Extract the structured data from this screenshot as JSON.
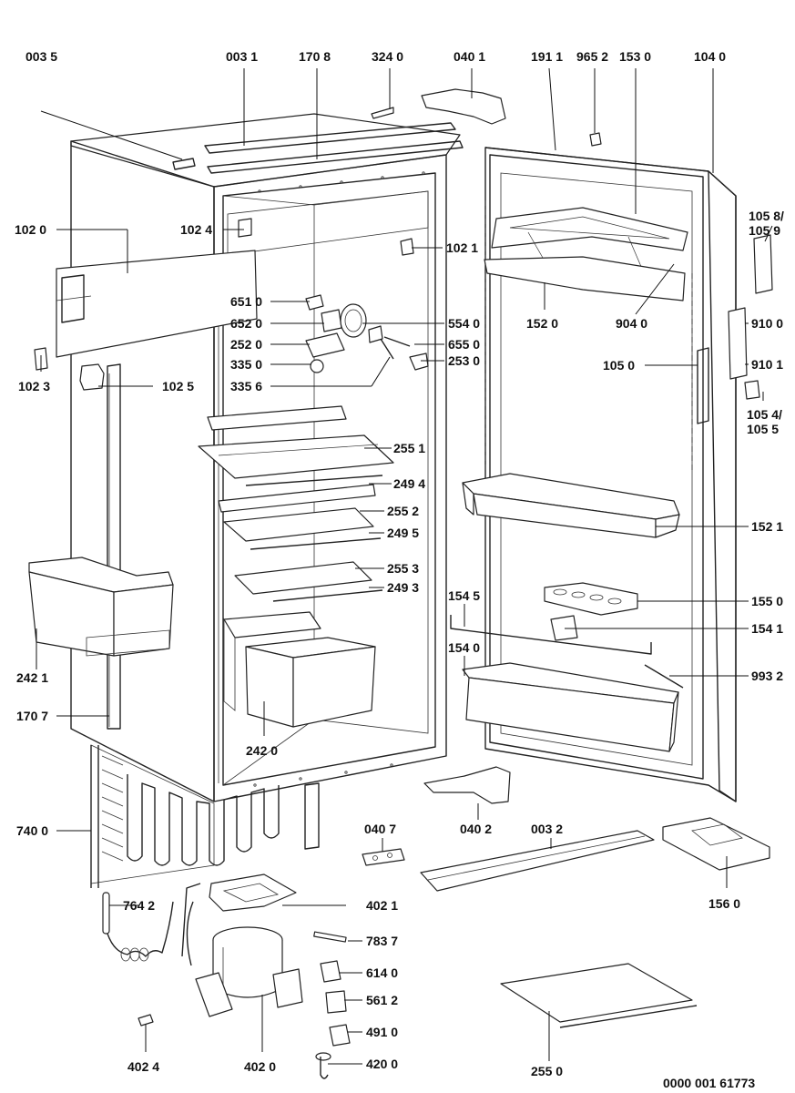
{
  "drawing_id": "0000 001 61773",
  "callouts": [
    {
      "id": "c0035",
      "text": "003 5"
    },
    {
      "id": "c0031",
      "text": "003 1"
    },
    {
      "id": "c1708",
      "text": "170 8"
    },
    {
      "id": "c3240",
      "text": "324 0"
    },
    {
      "id": "c0401",
      "text": "040 1"
    },
    {
      "id": "c1911",
      "text": "191 1"
    },
    {
      "id": "c9652",
      "text": "965 2"
    },
    {
      "id": "c1530",
      "text": "153 0"
    },
    {
      "id": "c1040",
      "text": "104 0"
    },
    {
      "id": "c1020",
      "text": "102 0"
    },
    {
      "id": "c1024",
      "text": "102 4"
    },
    {
      "id": "c1021",
      "text": "102 1"
    },
    {
      "id": "c1058",
      "text": "105 8/"
    },
    {
      "id": "c1059",
      "text": "105 9"
    },
    {
      "id": "c6510",
      "text": "651 0"
    },
    {
      "id": "c6520",
      "text": "652 0"
    },
    {
      "id": "c5540",
      "text": "554 0"
    },
    {
      "id": "c2520",
      "text": "252 0"
    },
    {
      "id": "c6550",
      "text": "655 0"
    },
    {
      "id": "c3350",
      "text": "335 0"
    },
    {
      "id": "c2530",
      "text": "253 0"
    },
    {
      "id": "c3356",
      "text": "335 6"
    },
    {
      "id": "c1520",
      "text": "152 0"
    },
    {
      "id": "c9040",
      "text": "904 0"
    },
    {
      "id": "c9100",
      "text": "910 0"
    },
    {
      "id": "c1023",
      "text": "102 3"
    },
    {
      "id": "c1025",
      "text": "102 5"
    },
    {
      "id": "c1050",
      "text": "105 0"
    },
    {
      "id": "c9101",
      "text": "910 1"
    },
    {
      "id": "c1054",
      "text": "105 4/"
    },
    {
      "id": "c1055",
      "text": "105 5"
    },
    {
      "id": "c2551",
      "text": "255 1"
    },
    {
      "id": "c2494",
      "text": "249 4"
    },
    {
      "id": "c2552",
      "text": "255 2"
    },
    {
      "id": "c2495",
      "text": "249 5"
    },
    {
      "id": "c1521",
      "text": "152 1"
    },
    {
      "id": "c2553",
      "text": "255 3"
    },
    {
      "id": "c2493",
      "text": "249 3"
    },
    {
      "id": "c1545",
      "text": "154 5"
    },
    {
      "id": "c1550",
      "text": "155 0"
    },
    {
      "id": "c1541",
      "text": "154 1"
    },
    {
      "id": "c1540",
      "text": "154 0"
    },
    {
      "id": "c2421",
      "text": "242 1"
    },
    {
      "id": "c9932",
      "text": "993 2"
    },
    {
      "id": "c1707",
      "text": "170 7"
    },
    {
      "id": "c2420",
      "text": "242 0"
    },
    {
      "id": "c7400",
      "text": "740 0"
    },
    {
      "id": "c0407",
      "text": "040 7"
    },
    {
      "id": "c0402",
      "text": "040 2"
    },
    {
      "id": "c0032",
      "text": "003 2"
    },
    {
      "id": "c1560",
      "text": "156 0"
    },
    {
      "id": "c7642",
      "text": "764 2"
    },
    {
      "id": "c4021",
      "text": "402 1"
    },
    {
      "id": "c7837",
      "text": "783 7"
    },
    {
      "id": "c6140",
      "text": "614 0"
    },
    {
      "id": "c5612",
      "text": "561 2"
    },
    {
      "id": "c4910",
      "text": "491 0"
    },
    {
      "id": "c4024",
      "text": "402 4"
    },
    {
      "id": "c4020",
      "text": "402 0"
    },
    {
      "id": "c4200",
      "text": "420 0"
    },
    {
      "id": "c2550",
      "text": "255 0"
    }
  ]
}
